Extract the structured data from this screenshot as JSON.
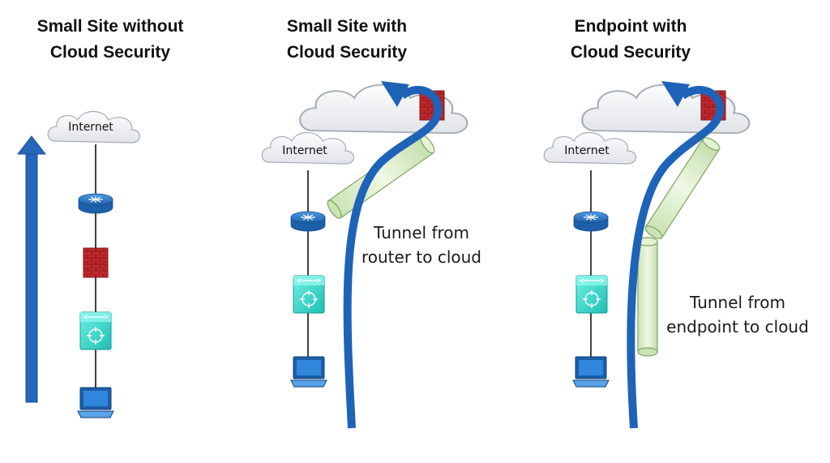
{
  "panels": [
    {
      "title_line1": "Small Site without",
      "title_line2": "Cloud Security",
      "cloud_label": "Internet"
    },
    {
      "title_line1": "Small Site with",
      "title_line2": "Cloud Security",
      "cloud_label": "Internet",
      "caption_line1": "Tunnel from",
      "caption_line2": "router to cloud"
    },
    {
      "title_line1": "Endpoint with",
      "title_line2": "Cloud Security",
      "cloud_label": "Internet",
      "caption_line1": "Tunnel from",
      "caption_line2": "endpoint to cloud"
    }
  ],
  "colors": {
    "flow_arrow": "#1f63b8",
    "firewall": "#c0282d",
    "router": "#2f7fd0",
    "switch": "#2fd3c7",
    "tunnel": "#d6ecc4",
    "cloud": "#eef0f3"
  }
}
